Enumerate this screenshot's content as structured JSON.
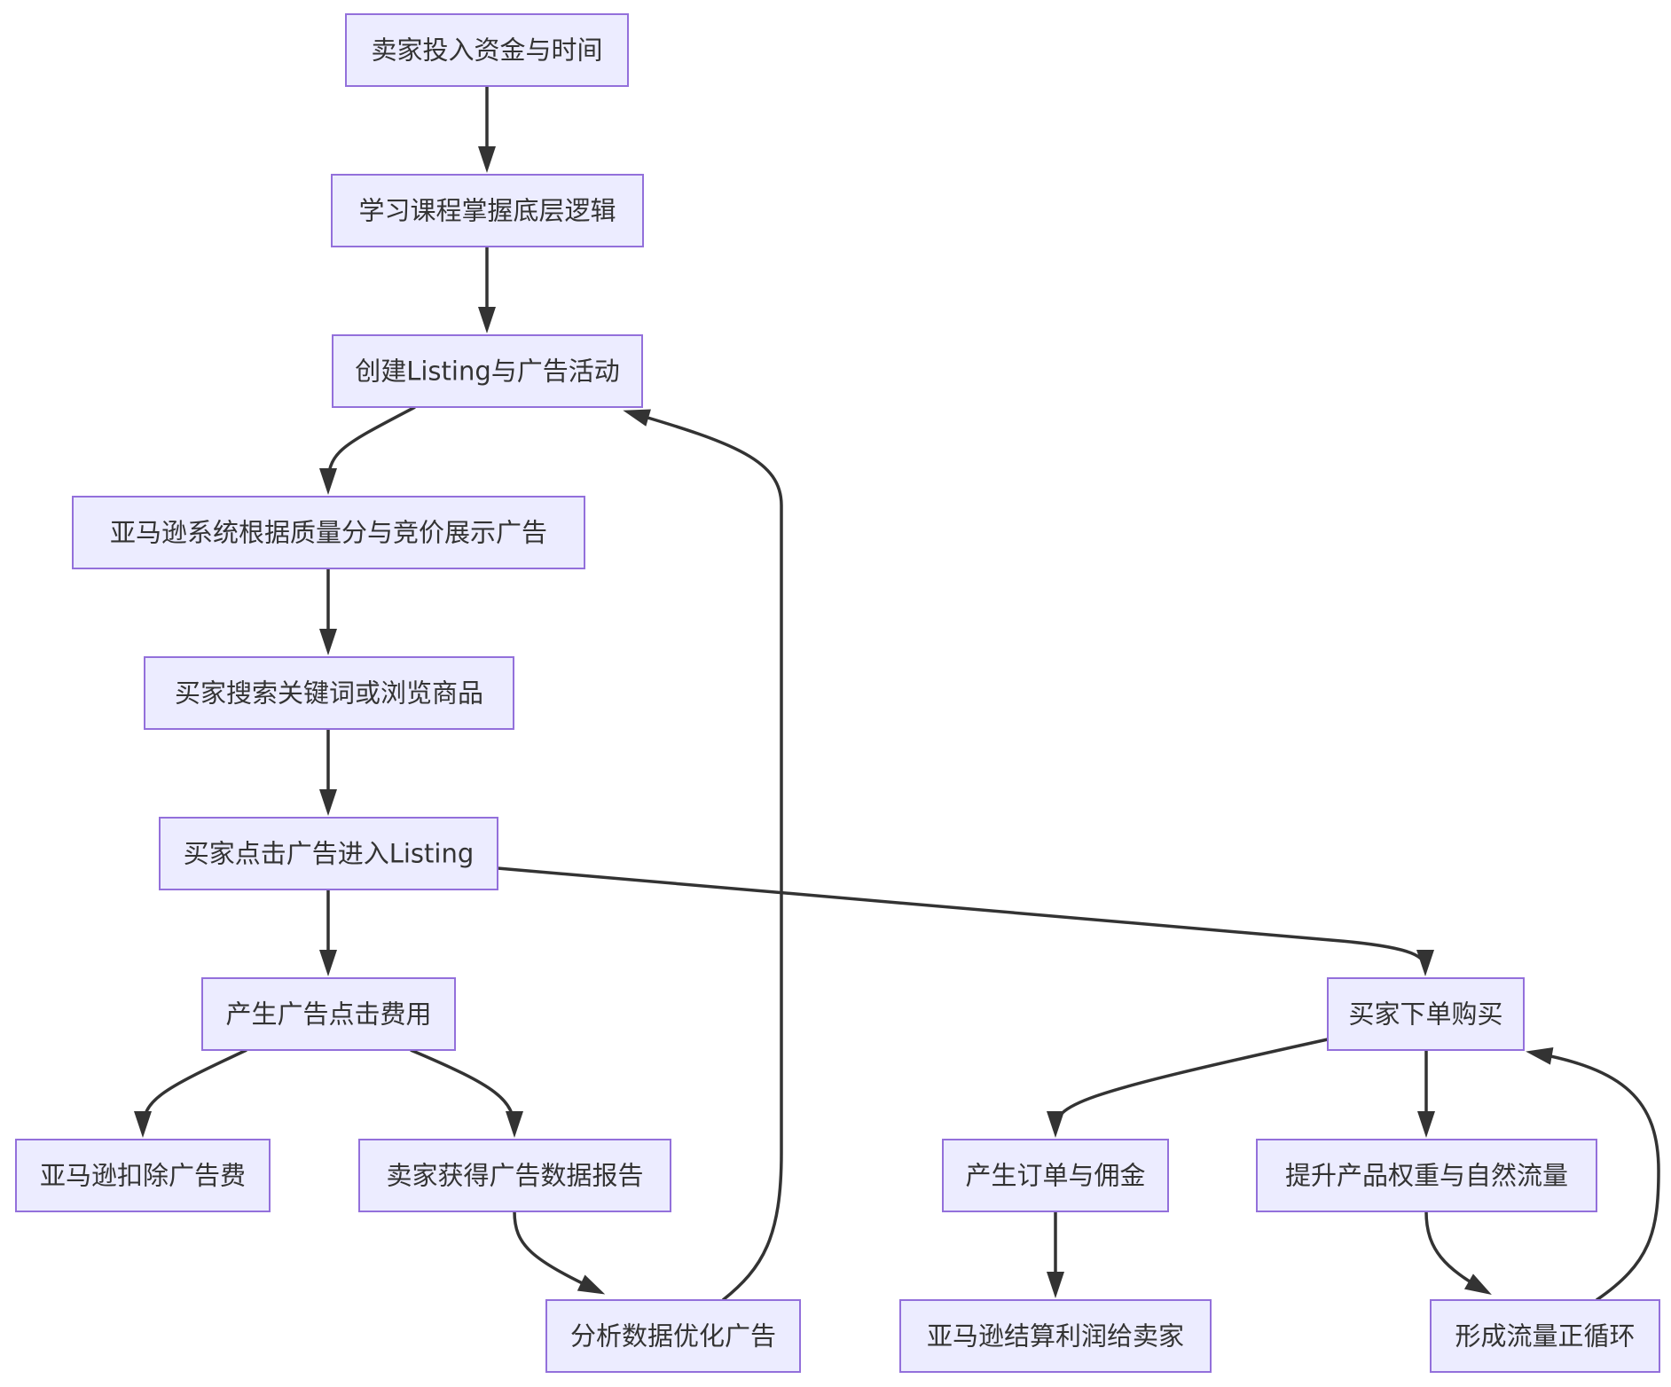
{
  "diagram": {
    "type": "flowchart",
    "colors": {
      "node_fill": "#ECECFF",
      "node_stroke": "#9370DB",
      "edge": "#333333",
      "text": "#333333"
    },
    "nodes": [
      {
        "id": "invest",
        "label": "卖家投入资金与时间"
      },
      {
        "id": "learn",
        "label": "学习课程掌握底层逻辑"
      },
      {
        "id": "create",
        "label": "创建Listing与广告活动"
      },
      {
        "id": "display",
        "label": "亚马逊系统根据质量分与竞价展示广告"
      },
      {
        "id": "search",
        "label": "买家搜索关键词或浏览商品"
      },
      {
        "id": "click",
        "label": "买家点击广告进入Listing"
      },
      {
        "id": "cost",
        "label": "产生广告点击费用"
      },
      {
        "id": "deduct",
        "label": "亚马逊扣除广告费"
      },
      {
        "id": "report",
        "label": "卖家获得广告数据报告"
      },
      {
        "id": "optimize",
        "label": "分析数据优化广告"
      },
      {
        "id": "order",
        "label": "买家下单购买"
      },
      {
        "id": "commission",
        "label": "产生订单与佣金"
      },
      {
        "id": "weight",
        "label": "提升产品权重与自然流量"
      },
      {
        "id": "settle",
        "label": "亚马逊结算利润给卖家"
      },
      {
        "id": "loop",
        "label": "形成流量正循环"
      }
    ],
    "edges": [
      {
        "from": "invest",
        "to": "learn"
      },
      {
        "from": "learn",
        "to": "create"
      },
      {
        "from": "create",
        "to": "display"
      },
      {
        "from": "display",
        "to": "search"
      },
      {
        "from": "search",
        "to": "click"
      },
      {
        "from": "click",
        "to": "cost"
      },
      {
        "from": "click",
        "to": "order"
      },
      {
        "from": "cost",
        "to": "deduct"
      },
      {
        "from": "cost",
        "to": "report"
      },
      {
        "from": "report",
        "to": "optimize"
      },
      {
        "from": "optimize",
        "to": "create"
      },
      {
        "from": "order",
        "to": "commission"
      },
      {
        "from": "order",
        "to": "weight"
      },
      {
        "from": "commission",
        "to": "settle"
      },
      {
        "from": "weight",
        "to": "loop"
      },
      {
        "from": "loop",
        "to": "order"
      }
    ]
  }
}
